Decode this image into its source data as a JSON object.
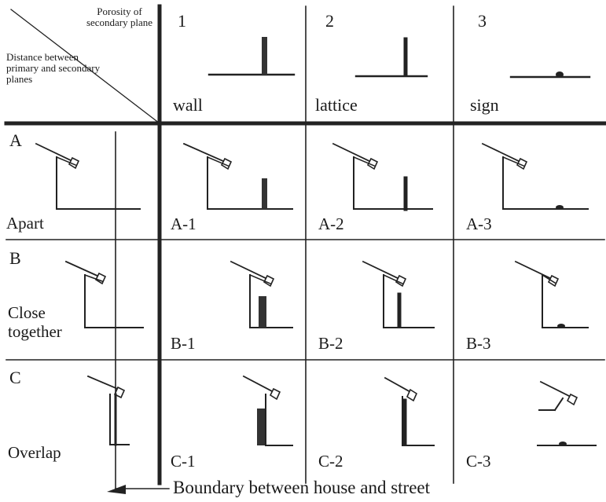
{
  "corner": {
    "top_label": "Porosity of secondary plane",
    "left_label": "Distance between primary and secondary planes"
  },
  "columns": [
    {
      "number": "1",
      "label": "wall"
    },
    {
      "number": "2",
      "label": "lattice"
    },
    {
      "number": "3",
      "label": "sign"
    }
  ],
  "rows": [
    {
      "letter": "A",
      "name": "Apart",
      "cells": [
        "A-1",
        "A-2",
        "A-3"
      ]
    },
    {
      "letter": "B",
      "name": "Close together",
      "cells": [
        "B-1",
        "B-2",
        "B-3"
      ]
    },
    {
      "letter": "C",
      "name": "Overlap",
      "cells": [
        "C-1",
        "C-2",
        "C-3"
      ]
    }
  ],
  "boundary_label": "Boundary between house and street"
}
